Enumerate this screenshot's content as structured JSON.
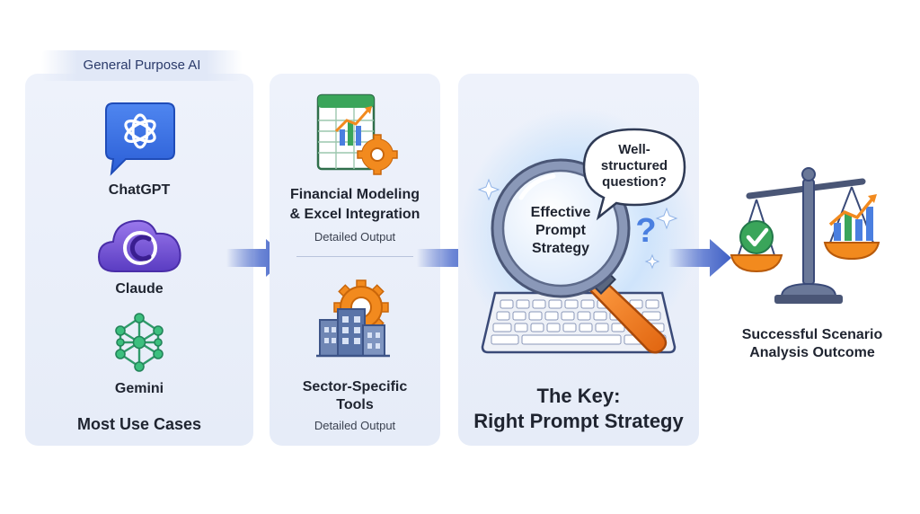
{
  "general": {
    "title": "General Purpose AI",
    "tools": [
      {
        "name": "ChatGPT",
        "icon": "chatgpt-logo-icon"
      },
      {
        "name": "Claude",
        "icon": "claude-logo-icon"
      },
      {
        "name": "Gemini",
        "icon": "gemini-network-icon"
      }
    ],
    "footer": "Most Use Cases"
  },
  "specialized": {
    "items": [
      {
        "title_line1": "Financial Modeling",
        "title_line2": "& Excel Integration",
        "output": "Detailed Output",
        "icon": "spreadsheet-chart-gear-icon"
      },
      {
        "title_line1": "Sector-Specific",
        "title_line2": "Tools",
        "output": "Detailed Output",
        "icon": "building-gear-icon"
      }
    ]
  },
  "key": {
    "bubble_line1": "Well-",
    "bubble_line2": "structured",
    "bubble_line3": "question?",
    "lens_line1": "Effective",
    "lens_line2": "Prompt",
    "lens_line3": "Strategy",
    "title_line1": "The Key:",
    "title_line2": "Right Prompt Strategy"
  },
  "outcome": {
    "line1": "Successful Scenario",
    "line2": "Analysis Outcome"
  },
  "colors": {
    "panel": "#e9eef9",
    "arrow": "#4a68c8",
    "accent_orange": "#f28a1e",
    "accent_green": "#3aa55a",
    "chatgpt_blue": "#3b6fe0",
    "claude_purple": "#7a4fd8"
  }
}
